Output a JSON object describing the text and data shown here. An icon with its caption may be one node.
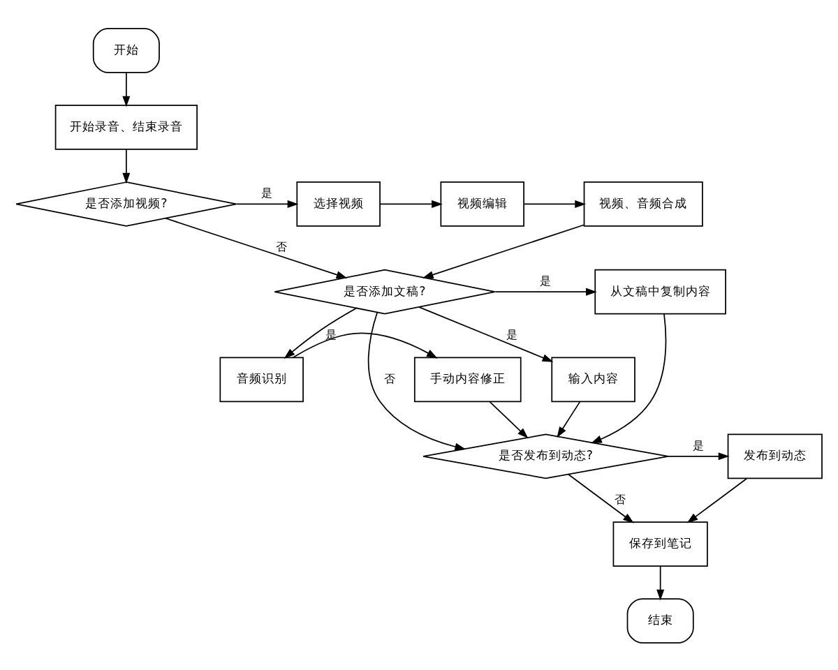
{
  "diagram": {
    "nodes": [
      {
        "text": [
          "开始"
        ]
      },
      {
        "text": [
          "开始录音、结束录音"
        ]
      },
      {
        "text": [
          "是否添加视频?"
        ]
      },
      {
        "text": [
          "选择视频"
        ]
      },
      {
        "text": [
          "视频编辑"
        ]
      },
      {
        "text": [
          "视频、音频合成"
        ]
      },
      {
        "text": [
          "是否添加文稿?"
        ]
      },
      {
        "text": [
          "从文稿中复制内容"
        ]
      },
      {
        "text": [
          "输入内容"
        ]
      },
      {
        "text": [
          "音频识别"
        ]
      },
      {
        "text": [
          "手动内容修正"
        ]
      },
      {
        "text": [
          "是否发布到动态?"
        ]
      },
      {
        "text": [
          "发布到动态"
        ]
      },
      {
        "text": [
          "保存到笔记"
        ]
      },
      {
        "text": [
          "结束"
        ]
      }
    ],
    "edges": [
      {
        "from": 0,
        "to": 1,
        "arrow": "to"
      },
      {
        "from": 1,
        "to": 2,
        "arrow": "to"
      },
      {
        "from": 2,
        "to": 3,
        "arrow": "to",
        "label": "是"
      },
      {
        "from": 3,
        "to": 4,
        "arrow": "to"
      },
      {
        "from": 4,
        "to": 5,
        "arrow": "to"
      },
      {
        "from": 2,
        "to": 6,
        "arrow": "to",
        "label": "否"
      },
      {
        "from": 5,
        "to": 6,
        "arrow": "to"
      },
      {
        "from": 6,
        "to": 7,
        "arrow": "to",
        "label": "是"
      },
      {
        "from": 6,
        "to": 8,
        "arrow": "to",
        "label": "是"
      },
      {
        "from": 6,
        "to": 9,
        "arrow": "to",
        "label": "是"
      },
      {
        "from": 9,
        "to": 10,
        "arrow": "to"
      },
      {
        "from": 7,
        "to": 11,
        "arrow": "to"
      },
      {
        "from": 8,
        "to": 11,
        "arrow": "to"
      },
      {
        "from": 10,
        "to": 11,
        "arrow": "to"
      },
      {
        "from": 6,
        "to": 11,
        "arrow": "to",
        "label": "否"
      },
      {
        "from": 11,
        "to": 12,
        "arrow": "to",
        "label": "是"
      },
      {
        "from": 11,
        "to": 13,
        "arrow": "to",
        "label": "否"
      },
      {
        "from": 12,
        "to": 13,
        "arrow": "to"
      },
      {
        "from": 13,
        "to": 14,
        "arrow": "to"
      }
    ]
  }
}
